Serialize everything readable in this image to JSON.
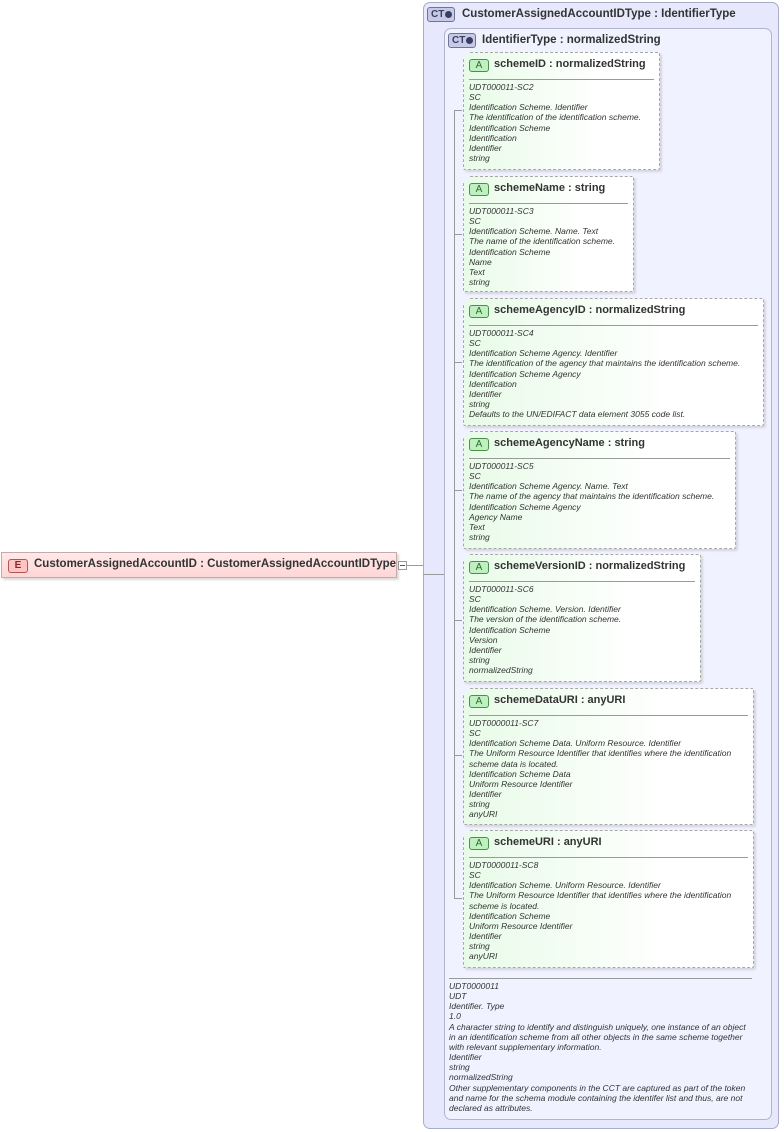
{
  "element": {
    "badge": "E",
    "label": "CustomerAssignedAccountID : CustomerAssignedAccountIDType"
  },
  "outer_type": {
    "badge": "CT",
    "label": "CustomerAssignedAccountIDType : IdentifierType"
  },
  "inner_type": {
    "badge": "CT",
    "label": "IdentifierType : normalizedString",
    "documentation": [
      "UDT0000011",
      "UDT",
      "Identifier. Type",
      "1.0",
      "A character string to identify and distinguish uniquely, one instance of an object in an identification scheme from all other objects in the same scheme together with relevant supplementary information.",
      "Identifier",
      "string",
      "normalizedString",
      "Other supplementary components in the CCT are captured as part of the token and name for the schema module containing the identifer list and thus, are not declared as attributes."
    ]
  },
  "attributes": [
    {
      "badge": "A",
      "label": "schemeID : normalizedString",
      "doc": [
        "UDT000011-SC2",
        "SC",
        "Identification Scheme. Identifier",
        "The identification of the identification scheme.",
        "Identification Scheme",
        "Identification",
        "Identifier",
        "string"
      ]
    },
    {
      "badge": "A",
      "label": "schemeName : string",
      "doc": [
        "UDT000011-SC3",
        "SC",
        "Identification Scheme. Name. Text",
        "The name of the identification scheme.",
        "Identification Scheme",
        "Name",
        "Text",
        "string"
      ]
    },
    {
      "badge": "A",
      "label": "schemeAgencyID : normalizedString",
      "doc": [
        "UDT000011-SC4",
        "SC",
        "Identification Scheme Agency. Identifier",
        "The identification of the agency that maintains the identification scheme.",
        "Identification Scheme Agency",
        "Identification",
        "Identifier",
        "string",
        "Defaults to the UN/EDIFACT data element 3055 code list."
      ]
    },
    {
      "badge": "A",
      "label": "schemeAgencyName : string",
      "doc": [
        "UDT000011-SC5",
        "SC",
        "Identification Scheme Agency. Name. Text",
        "The name of the agency that maintains the identification scheme.",
        "Identification Scheme Agency",
        "Agency Name",
        "Text",
        "string"
      ]
    },
    {
      "badge": "A",
      "label": "schemeVersionID : normalizedString",
      "doc": [
        "UDT000011-SC6",
        "SC",
        "Identification Scheme. Version. Identifier",
        "The version of the identification scheme.",
        "Identification Scheme",
        "Version",
        "Identifier",
        "string",
        "normalizedString"
      ]
    },
    {
      "badge": "A",
      "label": "schemeDataURI : anyURI",
      "doc": [
        "UDT0000011-SC7",
        "SC",
        "Identification Scheme Data. Uniform Resource. Identifier",
        "The Uniform Resource Identifier that identifies where the identification scheme data is located.",
        "Identification Scheme Data",
        "Uniform Resource Identifier",
        "Identifier",
        "string",
        "anyURI"
      ]
    },
    {
      "badge": "A",
      "label": "schemeURI : anyURI",
      "doc": [
        "UDT0000011-SC8",
        "SC",
        "Identification Scheme. Uniform Resource. Identifier",
        "The Uniform Resource Identifier that identifies where the identification scheme is located.",
        "Identification Scheme",
        "Uniform Resource Identifier",
        "Identifier",
        "string",
        "anyURI"
      ]
    }
  ]
}
